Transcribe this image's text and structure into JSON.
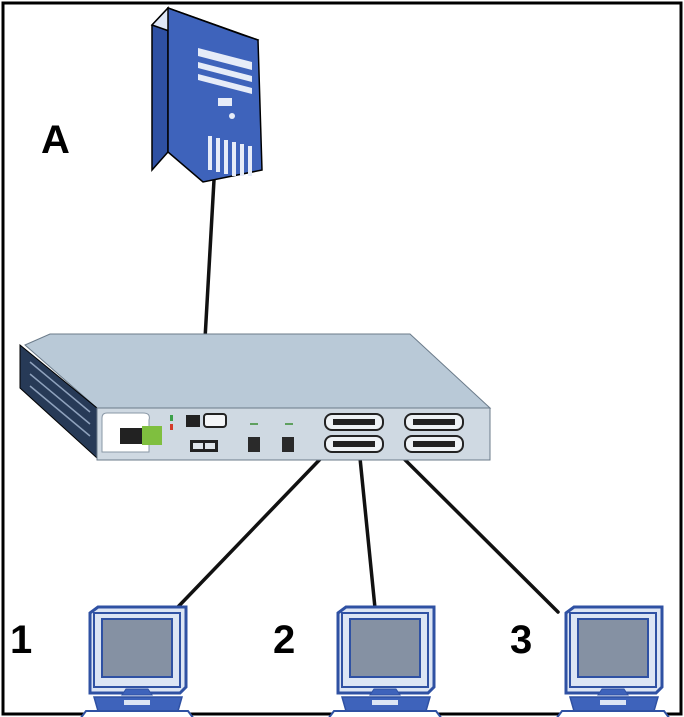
{
  "labels": {
    "server": "A",
    "computer_1": "1",
    "computer_2": "2",
    "computer_3": "3"
  },
  "icons": {
    "server": "server-tower-icon",
    "switch": "network-switch-icon",
    "computer": "desktop-computer-icon"
  },
  "colors": {
    "frame": "#000000",
    "background": "#ffffff",
    "device_blue": "#3a5fb5",
    "device_light": "#dde6f5",
    "switch_top": "#b9c9d7",
    "switch_front": "#cfd9e2",
    "screen": "#8591a3",
    "cable": "#111111",
    "indicator_green": "#7fbf3f"
  }
}
